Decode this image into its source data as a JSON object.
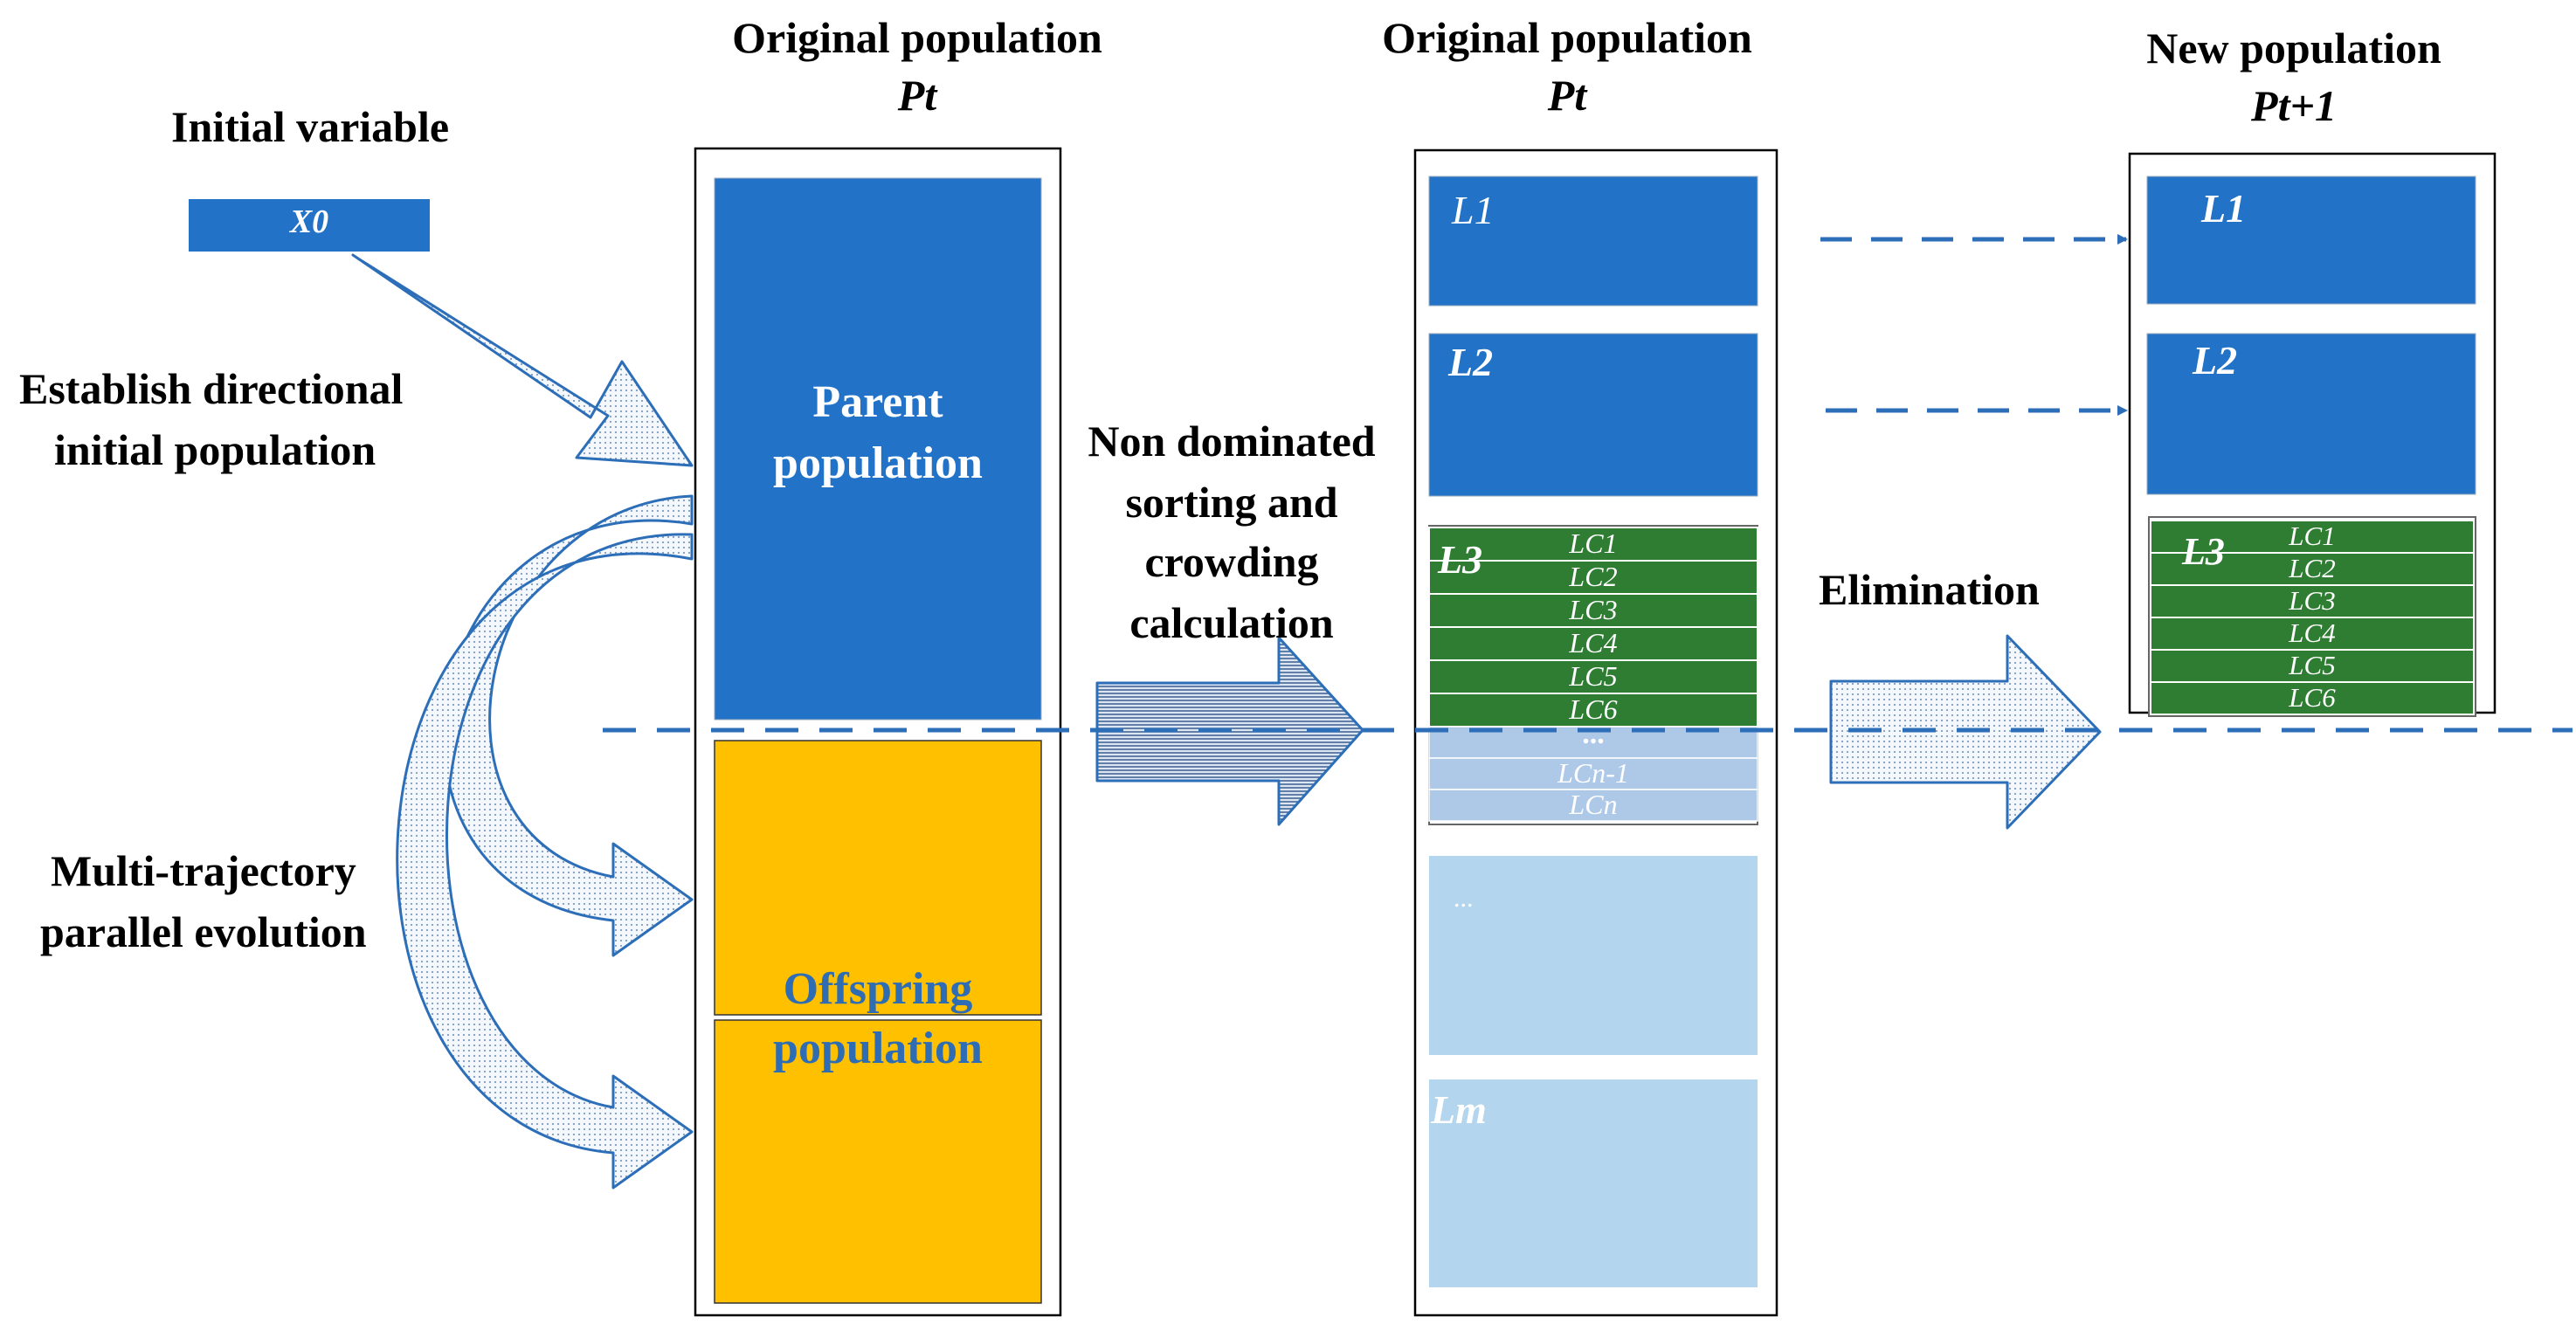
{
  "headings": {
    "initial_variable": "Initial variable",
    "col1_title": "Original population",
    "col1_sub": "Pt",
    "col2_title": "Original population",
    "col2_sub": "Pt",
    "col3_title": "New population",
    "col3_sub": "Pt+1"
  },
  "left_labels": {
    "establish_line1": "Establish directional",
    "establish_line2": "initial population",
    "multi_line1": "Multi-trajectory",
    "multi_line2": "parallel evolution"
  },
  "x0_label": "X0",
  "parent": {
    "line1": "Parent",
    "line2": "population"
  },
  "offspring": {
    "line1": "Offspring",
    "line2": "population"
  },
  "sorting": {
    "line1": "Non dominated",
    "line2": "sorting  and",
    "line3": "crowding",
    "line4": "calculation"
  },
  "elimination": "Elimination",
  "col2": {
    "l1": "L1",
    "l2": "L2",
    "l3": "L3",
    "lc": [
      "LC1",
      "LC2",
      "LC3",
      "LC4",
      "LC5",
      "LC6"
    ],
    "ellipsis": "...",
    "lcn1": "LCn-1",
    "lcn": "LCn",
    "dots": "...",
    "lm": "Lm"
  },
  "col3": {
    "l1": "L1",
    "l2": "L2",
    "l3": "L3",
    "lc": [
      "LC1",
      "LC2",
      "LC3",
      "LC4",
      "LC5",
      "LC6"
    ]
  },
  "colors": {
    "blue": "#2272C8",
    "orange": "#FFC000",
    "green": "#2E7D32",
    "light_blue": "#B4D5EE",
    "pale_blue": "#AEC8E8",
    "dash_blue": "#2D6EB8",
    "offspring_text": "#2E6DB4"
  }
}
